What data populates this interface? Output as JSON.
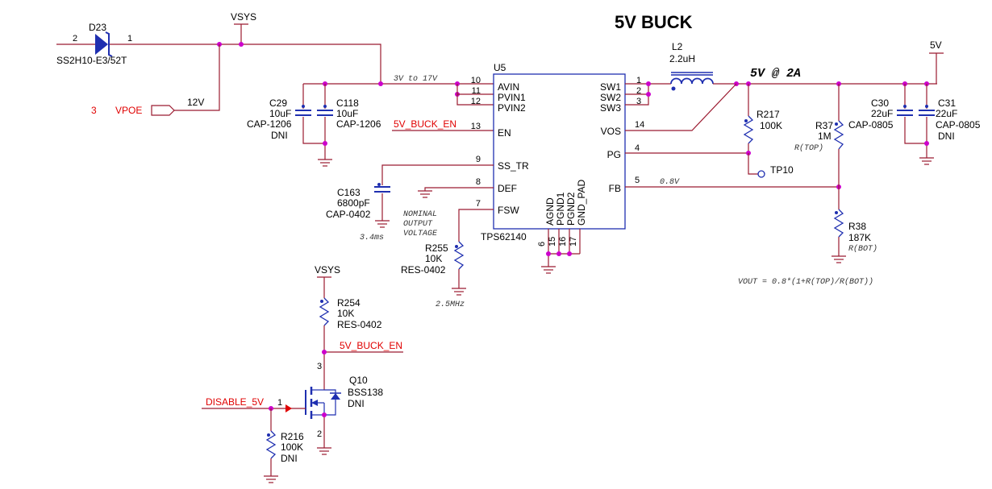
{
  "title": "5V BUCK",
  "ic": {
    "ref": "U5",
    "part": "TPS62140",
    "pins_left": [
      {
        "num": "10",
        "name": "AVIN"
      },
      {
        "num": "11",
        "name": "PVIN1"
      },
      {
        "num": "12",
        "name": "PVIN2"
      },
      {
        "num": "13",
        "name": "EN"
      },
      {
        "num": "9",
        "name": "SS_TR"
      },
      {
        "num": "8",
        "name": "DEF"
      },
      {
        "num": "7",
        "name": "FSW"
      }
    ],
    "pins_right": [
      {
        "num": "1",
        "name": "SW1"
      },
      {
        "num": "2",
        "name": "SW2"
      },
      {
        "num": "3",
        "name": "SW3"
      },
      {
        "num": "14",
        "name": "VOS"
      },
      {
        "num": "4",
        "name": "PG"
      },
      {
        "num": "5",
        "name": "FB"
      }
    ],
    "pins_bottom": [
      {
        "num": "6",
        "name": "AGND"
      },
      {
        "num": "15",
        "name": "PGND1"
      },
      {
        "num": "16",
        "name": "PGND2"
      },
      {
        "num": "17",
        "name": "GND_PAD"
      }
    ]
  },
  "nets": {
    "vsys_top": "VSYS",
    "vsys_bottom": "VSYS",
    "out_5v": "5V",
    "v12": "12V",
    "vpoe_num": "3",
    "vpoe": "VPOE",
    "en_net": "5V_BUCK_EN",
    "en_net2": "5V_BUCK_EN",
    "disable": "DISABLE_5V",
    "tp10": "TP10"
  },
  "annotations": {
    "vin_range": "3V to 17V",
    "out_spec": "5V @ 2A",
    "fb_v": "0.8V",
    "ss_time": "3.4ms",
    "fsw": "2.5MHz",
    "nominal1": "NOMINAL",
    "nominal2": "OUTPUT",
    "nominal3": "VOLTAGE",
    "rtop": "R(TOP)",
    "rbot": "R(BOT)",
    "formula": "VOUT = 0.8*(1+R(TOP)/R(BOT))"
  },
  "components": {
    "d23": {
      "ref": "D23",
      "part": "SS2H10-E3/52T",
      "pin_a": "2",
      "pin_k": "1"
    },
    "c29": {
      "ref": "C29",
      "value": "10uF",
      "pkg": "CAP-1206",
      "note": "DNI"
    },
    "c118": {
      "ref": "C118",
      "value": "10uF",
      "pkg": "CAP-1206"
    },
    "c163": {
      "ref": "C163",
      "value": "6800pF",
      "pkg": "CAP-0402"
    },
    "r255": {
      "ref": "R255",
      "value": "10K",
      "pkg": "RES-0402"
    },
    "l2": {
      "ref": "L2",
      "value": "2.2uH"
    },
    "r217": {
      "ref": "R217",
      "value": "100K"
    },
    "r37": {
      "ref": "R37",
      "value": "1M"
    },
    "r38": {
      "ref": "R38",
      "value": "187K"
    },
    "c30": {
      "ref": "C30",
      "value": "22uF",
      "pkg": "CAP-0805"
    },
    "c31": {
      "ref": "C31",
      "value": "22uF",
      "pkg": "CAP-0805",
      "note": "DNI"
    },
    "r254": {
      "ref": "R254",
      "value": "10K",
      "pkg": "RES-0402"
    },
    "q10": {
      "ref": "Q10",
      "part": "BSS138",
      "note": "DNI",
      "pin_g": "1",
      "pin_s": "2",
      "pin_d": "3"
    },
    "r216": {
      "ref": "R216",
      "value": "100K",
      "note": "DNI"
    }
  }
}
